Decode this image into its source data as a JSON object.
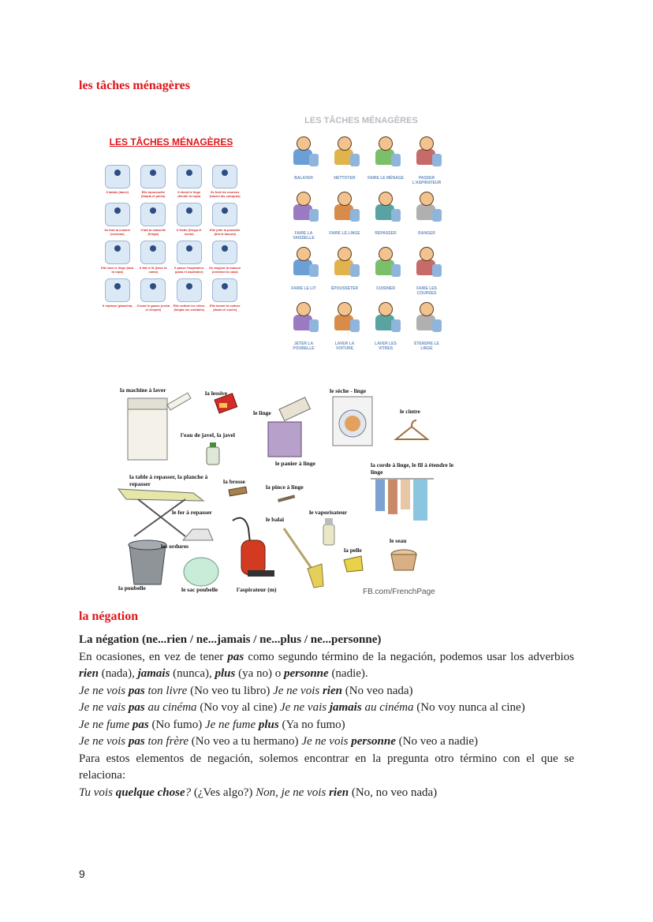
{
  "section1_title": "les tâches ménagères",
  "card_left": {
    "title": "LES TÂCHES MÉNAGÈRES",
    "captions": [
      "Il balaie (barre)",
      "Elle époussette (limpia el polvo)",
      "Il étend le linge (tiende la ropa)",
      "Ils font les courses (hacen las compras)",
      "Ils font la cuisine (cocinan)",
      "Il fait la vaisselle (friega)",
      "Il frotte (friega el suelo)",
      "Elle jette la poubelle (tira la basura)",
      "Elle lave le linge (lava la ropa)",
      "Il fait le lit (hace la cama)",
      "Il passe l'aspirateur (pasa el aspirador)",
      "Ils rangent la maison (ordenan la casa)",
      "Il repasse (plancha)",
      "Il tond le gazon (corta el césped)",
      "Elle nettoie les vitres (limpia los cristales)",
      "Elle lavent la voiture (lavan el coche)"
    ]
  },
  "card_right": {
    "title": "LES TÂCHES MÉNAGÈRES",
    "captions": [
      "BALAYER",
      "NETTOYER",
      "FAIRE LE MÉNAGE",
      "PASSER L'ASPIRATEUR",
      "FAIRE LA VAISSELLE",
      "FAIRE LE LINGE",
      "REPASSER",
      "RANGER",
      "FAIRE LE LIT",
      "ÉPOUSSETER",
      "CUISINER",
      "FAIRE LES COURSES",
      "JETER LA POUBELLE",
      "LAVER LA VOITURE",
      "LAVER LES VITRES",
      "ÉTENDRE LE LINGE"
    ]
  },
  "laundry": {
    "labels": {
      "machine": "la machine à laver",
      "lessive": "la lessive",
      "linge": "le linge",
      "seche": "le sèche - linge",
      "cintre": "le cintre",
      "javel": "l'eau de javel, la javel",
      "panier": "le panier à linge",
      "table": "la table à repasser, la planche à repasser",
      "brosse": "la brosse",
      "pince": "la pince à linge",
      "corde": "la corde à linge, le fil à étendre le linge",
      "fer": "le fer à repasser",
      "balai": "le balai",
      "vaporisateur": "le vaporisateur",
      "ordures": "les ordures",
      "seau": "le seau",
      "pelle": "la pelle",
      "poubelle": "la poubelle",
      "sac": "le sac poubelle",
      "aspirateur": "l'aspirateur (m)"
    },
    "credit": "FB.com/FrenchPage"
  },
  "section2_title": "la négation",
  "negation": {
    "subtitle": "La négation (ne...rien / ne...jamais / ne...plus / ne...personne)",
    "intro": {
      "a": "En ocasiones, en vez de tener ",
      "pas": "pas",
      "b": " como segundo término de la negación, podemos usar los adverbios ",
      "rien": "rien",
      "c": " (nada), ",
      "jamais": "jamais",
      "d": " (nunca), ",
      "plus": "plus",
      "e": " (ya no) o ",
      "personne": "personne",
      "f": " (nadie)."
    },
    "ex1": {
      "a": "Je ne vois ",
      "b": "pas",
      "c": " ton livre",
      "d": " (No veo tu libro) ",
      "e": "Je ne vois ",
      "f": "rien",
      "g": " (No veo nada)"
    },
    "ex2": {
      "a": "Je ne vais ",
      "b": "pas",
      "c": " au cinéma",
      "d": " (No voy al cine) ",
      "e": "Je ne vais ",
      "f": "jamais",
      "g": " au cinéma",
      "h": " (No voy nunca al cine)"
    },
    "ex3": {
      "a": "Je ne fume ",
      "b": "pas",
      "c": " (No fumo) ",
      "d": "Je ne fume ",
      "e": "plus",
      "f": " (Ya no fumo)"
    },
    "ex4": {
      "a": "Je ne vois ",
      "b": "pas",
      "c": " ton frère",
      "d": " (No veo a tu hermano) ",
      "e": "Je ne vois ",
      "f": "personne",
      "g": " (No veo a nadie)"
    },
    "para2": "Para estos elementos de negación, solemos encontrar en la pregunta otro término con el que se relaciona:",
    "ex5": {
      "a": "Tu vois ",
      "b": "quelque chose",
      "c": "?",
      "d": " (¿Ves algo?) ",
      "e": "Non, je ne vois ",
      "f": "rien",
      "g": " (No, no veo nada)"
    }
  },
  "page_number": "9"
}
